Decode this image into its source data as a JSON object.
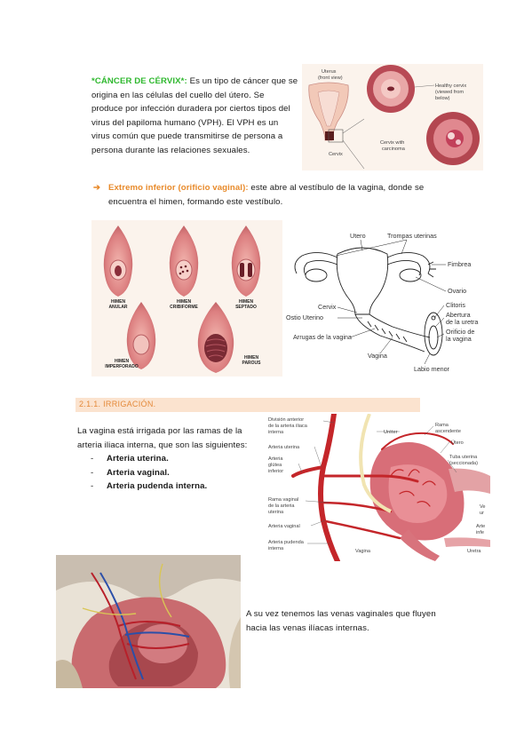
{
  "cervix_section": {
    "title": "*CÁNCER DE CÉRVIX*",
    "colon": ":",
    "line1": " Es un tipo de cáncer que se",
    "line2": "origina en las células del cuello del útero. Se",
    "line3": "produce por infección duradera por ciertos tipos del",
    "line4": "virus del papiloma humano (VPH). El VPH es un",
    "line5": "virus común que puede transmitirse de persona a",
    "line6": "persona durante las relaciones sexuales.",
    "figure": {
      "uterus_label": "Uterus",
      "front_view": "(front view)",
      "cervix_label": "Cervix",
      "healthy_1": "Healthy cervix",
      "healthy_2": "(viewed from",
      "healthy_3": "below)",
      "carcinoma_1": "Cervix with",
      "carcinoma_2": "carcinoma"
    }
  },
  "inferior_section": {
    "arrow": "➔",
    "title": "Extremo inferior (orificio vaginal):",
    "line1": " este abre al vestíbulo de la vagina, donde se",
    "line2": "encuentra el himen, formando este vestíbulo."
  },
  "hymen_figure": {
    "anular_1": "HIMEN",
    "anular_2": "ANULAR",
    "cribiforme_1": "HIMEN",
    "cribiforme_2": "CRIBIFORME",
    "septado_1": "HIMEN",
    "septado_2": "SEPTADO",
    "imperforado_1": "HIMEN",
    "imperforado_2": "IMPERFORADO",
    "parous_1": "HIMEN",
    "parous_2": "PAROUS"
  },
  "uterus_diagram": {
    "utero": "Utero",
    "trompas": "Trompas uterinas",
    "fimbrea": "Fimbrea",
    "ovario": "Ovario",
    "cervix": "Cervix",
    "ostio": "Ostio Uterino",
    "arrugas": "Arrugas de la vagina",
    "clitoris": "Clitoris",
    "abertura_1": "Abertura",
    "abertura_2": "de la uretra",
    "orificio_1": "Orificio de",
    "orificio_2": "la vagina",
    "vagina": "Vagina",
    "labio": "Labio menor"
  },
  "irrigation_section": {
    "heading": "2.1.1. IRRIGACIÓN.",
    "line1": "La vagina está irrigada por las ramas de la",
    "line2": "arteria iliaca interna, que son las siguientes:",
    "arteries": [
      {
        "dash": "-",
        "name": "Arteria uterina."
      },
      {
        "dash": "-",
        "name": "Arteria vaginal."
      },
      {
        "dash": "-",
        "name": "Arteria pudenda interna."
      }
    ]
  },
  "artery_diagram": {
    "division_1": "División anterior",
    "division_2": "de la arteria iliaca",
    "division_3": "interna",
    "ureter": "Uréter",
    "rama_asc_1": "Rama",
    "rama_asc_2": "ascendente",
    "utero": "Útero",
    "arteria_uterina": "Arteria uterina",
    "tuba_1": "Tuba uterina",
    "tuba_2": "(seccionada)",
    "glutea_1": "Arteria",
    "glutea_2": "glútea",
    "glutea_3": "inferior",
    "rama_vag_1": "Rama vaginal",
    "rama_vag_2": "de la arteria",
    "rama_vag_3": "uterina",
    "arteria_vaginal": "Arteria vaginal",
    "pudenda_1": "Arteria pudenda",
    "pudenda_2": "interna",
    "vagina": "Vagina",
    "uretra": "Uretra",
    "cut_ve": "Ve",
    "cut_ur": "ur",
    "cut_arte": "Arte",
    "cut_infe": "infe"
  },
  "veins_section": {
    "line1": "A su vez tenemos las venas vaginales que fluyen",
    "line2": "hacia las venas ilíacas internas."
  },
  "colors": {
    "green": "#2eb82e",
    "orange": "#e88a2a",
    "section_bg": "#fbe3cf",
    "tissue_pink": "#d9727c",
    "artery_red": "#c4262a"
  }
}
